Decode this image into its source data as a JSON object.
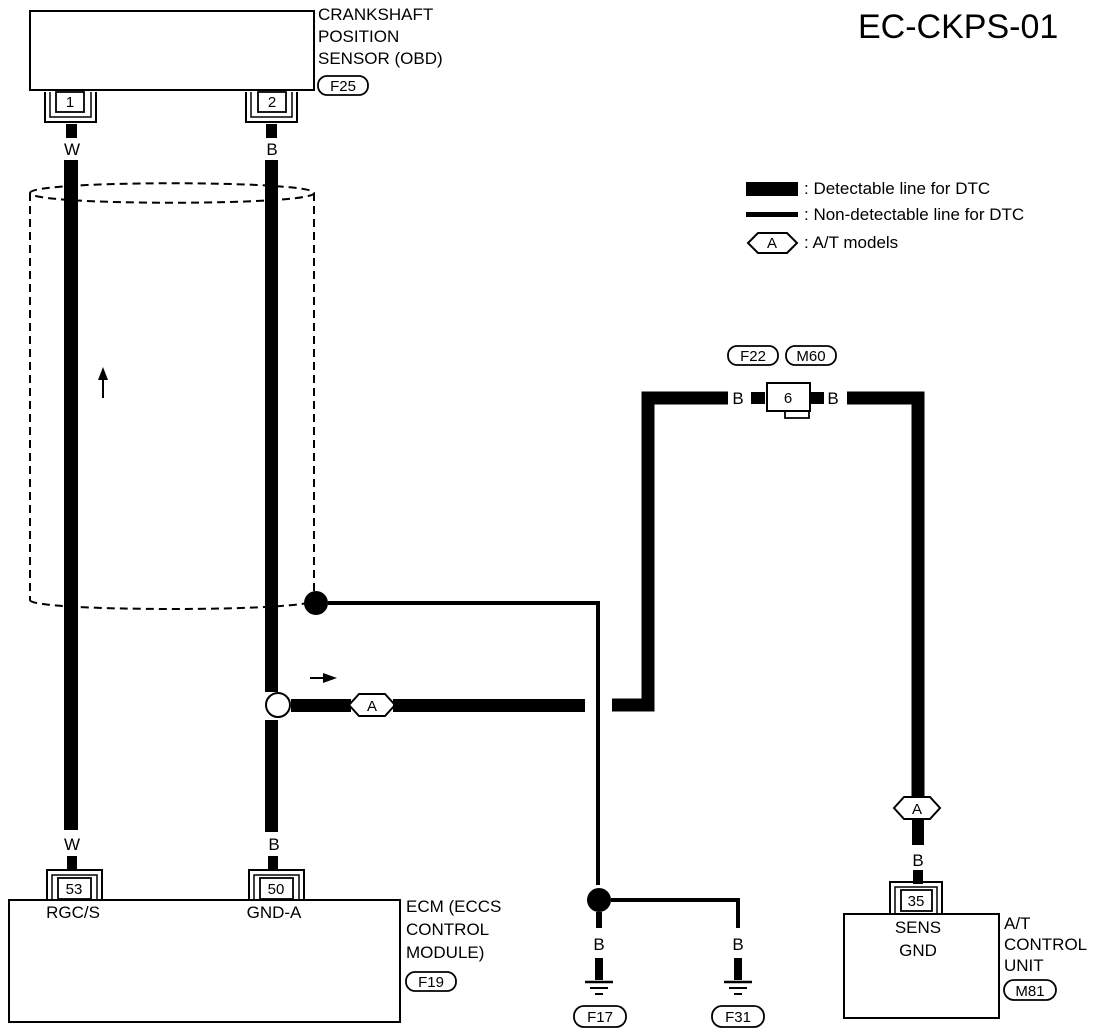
{
  "page": {
    "title": "EC-CKPS-01"
  },
  "legend": {
    "detectable": ": Detectable line for DTC",
    "non_detectable": ": Non-detectable line for DTC",
    "models_badge": "A",
    "models": ": A/T models"
  },
  "sensor": {
    "name_lines": [
      "CRANKSHAFT",
      "POSITION",
      "SENSOR (OBD)"
    ],
    "connector": "F25",
    "pins": [
      "1",
      "2"
    ]
  },
  "wires": {
    "w_top": "W",
    "b_top": "B",
    "w_bottom": "W",
    "b_bottom": "B",
    "left_joint": "B",
    "right_joint": "B",
    "at_b": "B",
    "f17_b": "B",
    "f31_b": "B"
  },
  "joint_connector": {
    "connectors": [
      "F22",
      "M60"
    ],
    "pin": "6"
  },
  "model_badge": "A",
  "ecm": {
    "name_lines": [
      "ECM (ECCS",
      "CONTROL",
      "MODULE)"
    ],
    "connector": "F19",
    "pins": [
      {
        "pin": "53",
        "label": "RGC/S"
      },
      {
        "pin": "50",
        "label": "GND-A"
      }
    ]
  },
  "grounds": [
    "F17",
    "F31"
  ],
  "at_unit": {
    "name_lines": [
      "A/T",
      "CONTROL",
      "UNIT"
    ],
    "connector": "M81",
    "pin": "35",
    "terminal_lines": [
      "SENS",
      "GND"
    ]
  },
  "colors": {
    "ink": "#000000",
    "paper": "#ffffff"
  }
}
